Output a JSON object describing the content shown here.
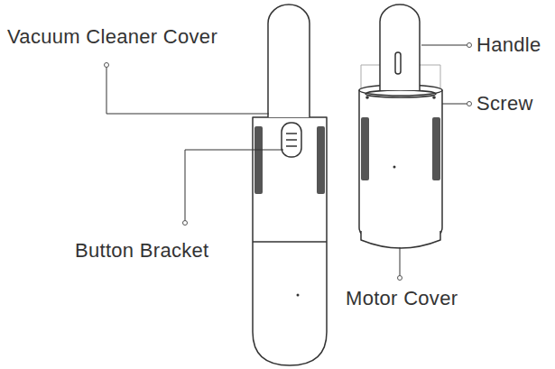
{
  "diagram": {
    "labels": [
      "Vacuum Cleaner Cover",
      "Handle",
      "Screw",
      "Button Bracket",
      "Motor Cover"
    ]
  }
}
